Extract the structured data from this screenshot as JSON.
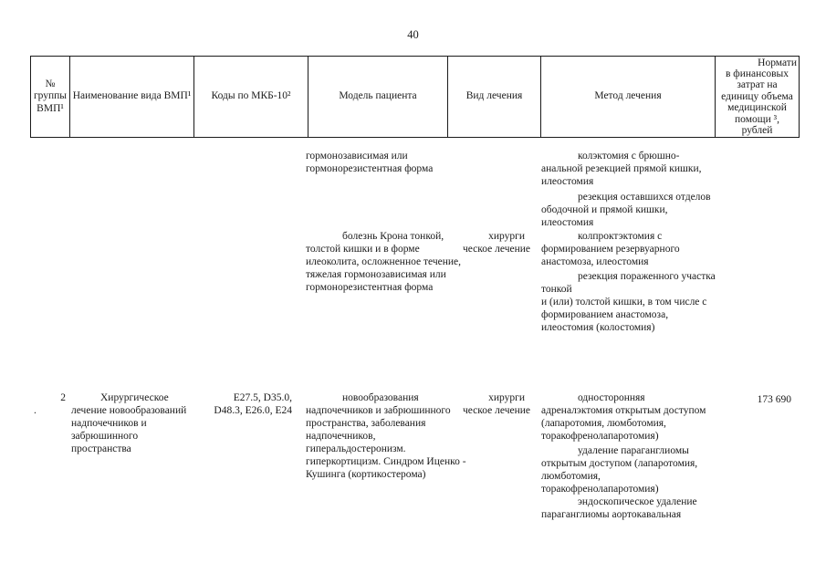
{
  "page": {
    "number": "40"
  },
  "table_header": {
    "group_no_lines": [
      "№",
      "группы",
      "ВМП¹"
    ],
    "name_label": "Наименование вида ВМП¹",
    "icd_label": "Коды по МКБ-10²",
    "model_label": "Модель пациента",
    "treatment_type_label": "Вид лечения",
    "method_label": "Метод лечения",
    "norm_cost_lines": [
      "Нормати",
      "в финансовых",
      "затрат на",
      "единицу объема",
      "медицинской",
      "помощи ³,",
      "рублей"
    ]
  },
  "body": {
    "row1": {
      "model_1": [
        "гормонозависимая или",
        "гормонорезистентная форма"
      ],
      "model_2": [
        "болезнь Крона тонкой,",
        "толстой кишки и в форме",
        "илеоколита, осложненное течение,",
        "тяжелая гормонозависимая или",
        "гормонорезистентная форма"
      ],
      "treatment_type": [
        "хирурги",
        "ческое лечение"
      ],
      "method_1": [
        "колэктомия с брюшно-",
        "анальной резекцией прямой кишки,",
        "илеостомия"
      ],
      "method_2": [
        "резекция оставшихся отделов",
        "ободочной и прямой кишки,",
        "илеостомия"
      ],
      "method_3": [
        "колпроктэктомия с",
        "формированием резервуарного",
        "анастомоза, илеостомия"
      ],
      "method_4": [
        "резекция пораженного участка",
        "тонкой",
        "и (или) толстой кишки, в том числе с",
        "формированием анастомоза,",
        "илеостомия (колостомия)"
      ]
    },
    "row2": {
      "group_no_lines": [
        "2",
        "."
      ],
      "name": [
        "Хирургическое",
        "лечение новообразований",
        "надпочечников и",
        "забрюшинного",
        "пространства"
      ],
      "icd_codes": [
        "E27.5, D35.0,",
        "D48.3, E26.0, E24"
      ],
      "model": [
        "новообразования",
        "надпочечников и забрюшинного",
        "пространства, заболевания",
        "надпочечников,",
        "гиперальдостеронизм.",
        "гиперкортицизм. Синдром Иценко -",
        "Кушинга (кортикостерома)"
      ],
      "treatment_type": [
        "хирурги",
        "ческое лечение"
      ],
      "method_1": [
        "односторонняя",
        "адреналэктомия открытым доступом",
        "(лапаротомия, люмботомия,",
        "торакофренолапаротомия)"
      ],
      "method_2": [
        "удаление параганглиомы",
        "открытым доступом (лапаротомия,",
        "люмботомия,",
        "торакофренолапаротомия)"
      ],
      "method_3": [
        "эндоскопическое удаление",
        "параганглиомы аортокавальная"
      ],
      "norm_cost": "173 690"
    }
  }
}
